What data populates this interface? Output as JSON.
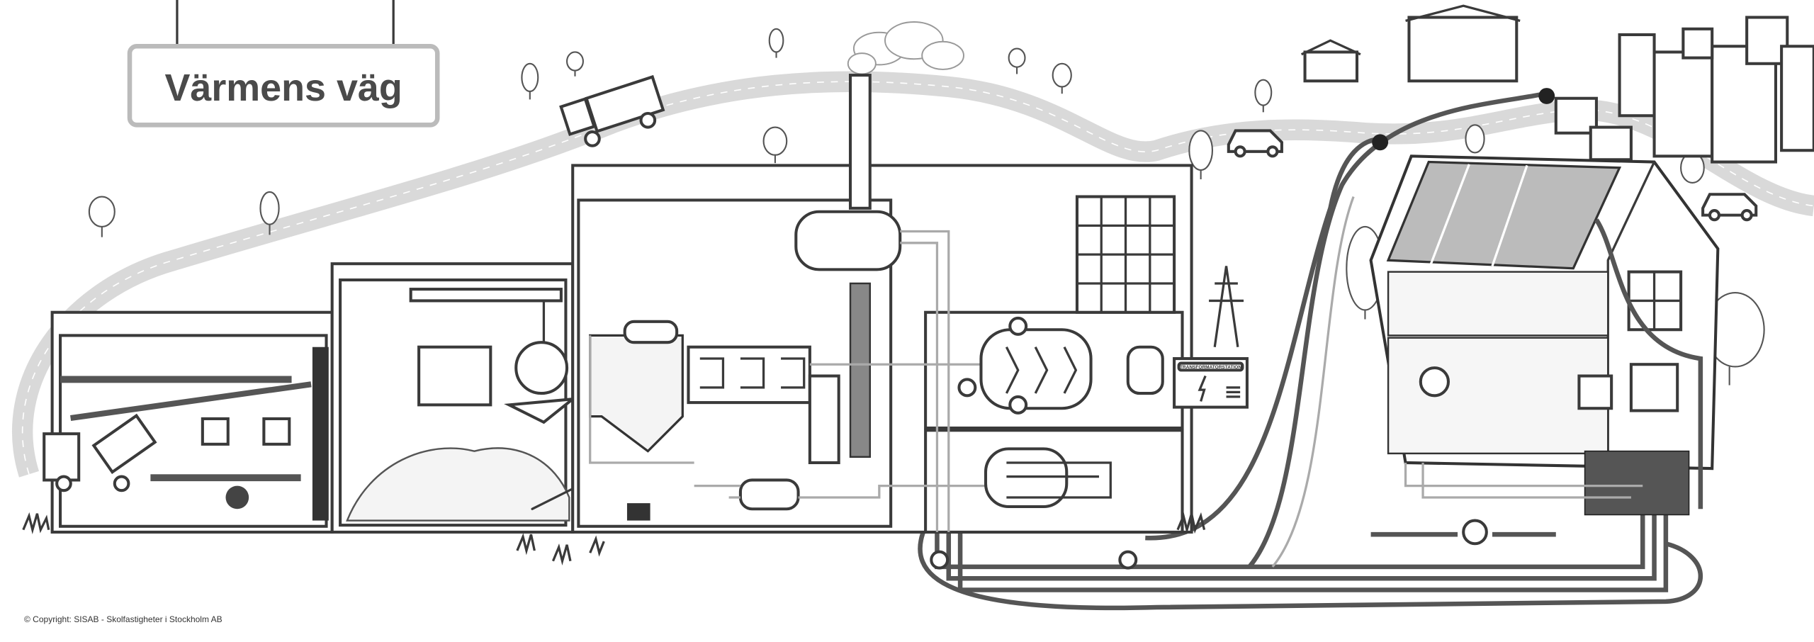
{
  "sign": {
    "title": "Värmens väg"
  },
  "transformer": {
    "label": "TRANSFORMATORSTATION"
  },
  "footer": {
    "copyright": "© Copyright: SISAB - Skolfastigheter i Stockholm AB"
  },
  "colors": {
    "ink": "#3a3a3a",
    "road": "#d9d9d9",
    "background": "#ffffff"
  }
}
